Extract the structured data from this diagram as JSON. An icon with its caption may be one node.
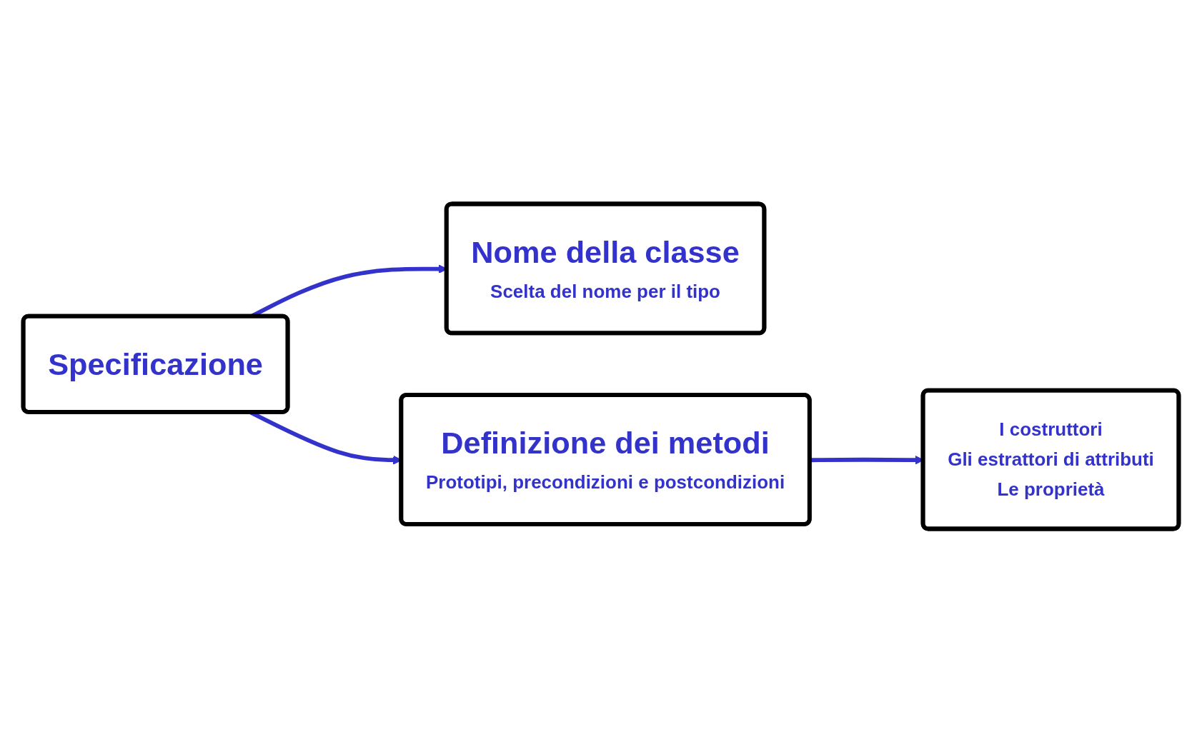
{
  "diagram": {
    "nodes": [
      {
        "text": [
          "Specificazione"
        ]
      },
      {
        "text": [
          "Nome della classe",
          "Scelta del nome per il tipo"
        ]
      },
      {
        "text": [
          "Definizione dei metodi",
          "Prototipi, precondizioni e postcondizioni"
        ]
      },
      {
        "text": [
          "I costruttori",
          "Gli estrattori di attributi",
          "Le proprietà"
        ]
      }
    ],
    "edges": [
      {
        "from": 0,
        "to": 1,
        "arrow": "to"
      },
      {
        "from": 0,
        "to": 2,
        "arrow": "to"
      },
      {
        "from": 2,
        "to": 3,
        "arrow": "to"
      }
    ]
  }
}
